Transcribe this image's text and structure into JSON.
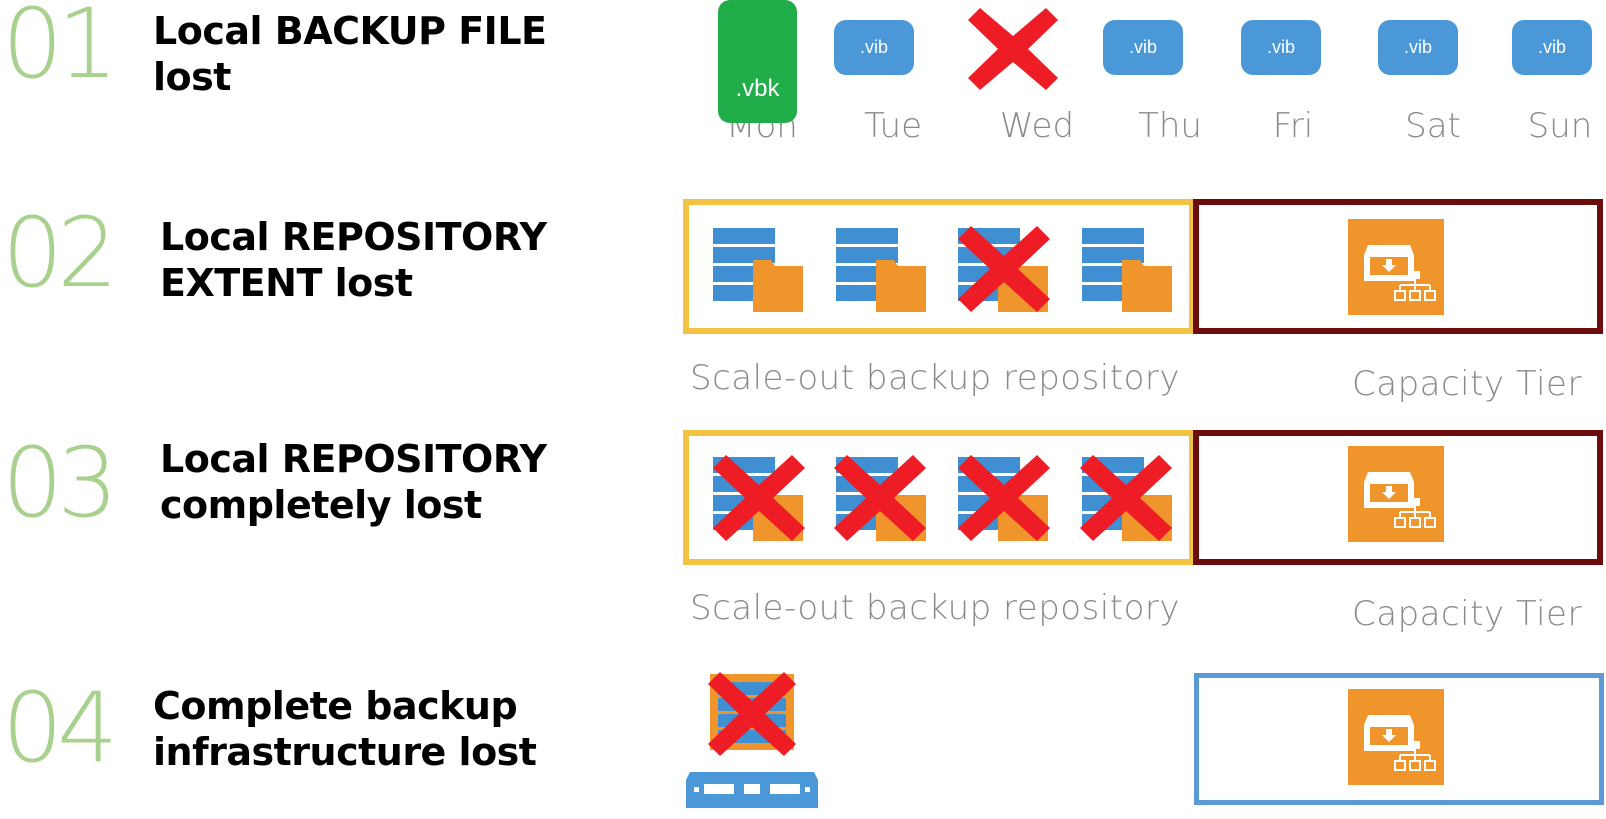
{
  "rows": [
    {
      "number": "01",
      "line1": "Local BACKUP FILE",
      "line2": "lost"
    },
    {
      "number": "02",
      "line1": "Local REPOSITORY",
      "line2": "EXTENT lost"
    },
    {
      "number": "03",
      "line1": "Local REPOSITORY",
      "line2": "completely lost"
    },
    {
      "number": "04",
      "line1": "Complete backup",
      "line2": "infrastructure lost"
    }
  ],
  "backup_chain": {
    "full_label": ".vbk",
    "incremental_label": ".vib",
    "days": [
      "Mon",
      "Tue",
      "Wed",
      "Thu",
      "Fri",
      "Sat",
      "Sun"
    ]
  },
  "labels": {
    "repo_label": "Scale-out backup repository",
    "capacity_label": "Capacity Tier"
  },
  "colors": {
    "number_green": "#a9d18e",
    "vbk_green": "#22ad4b",
    "vib_blue": "#4a98d8",
    "repo_border": "#f2c342",
    "capacity_border_dark": "#6b0d0d",
    "capacity_border_blue": "#5b9bd5",
    "icon_orange": "#f0952b",
    "cross_red": "#ee1c24"
  }
}
